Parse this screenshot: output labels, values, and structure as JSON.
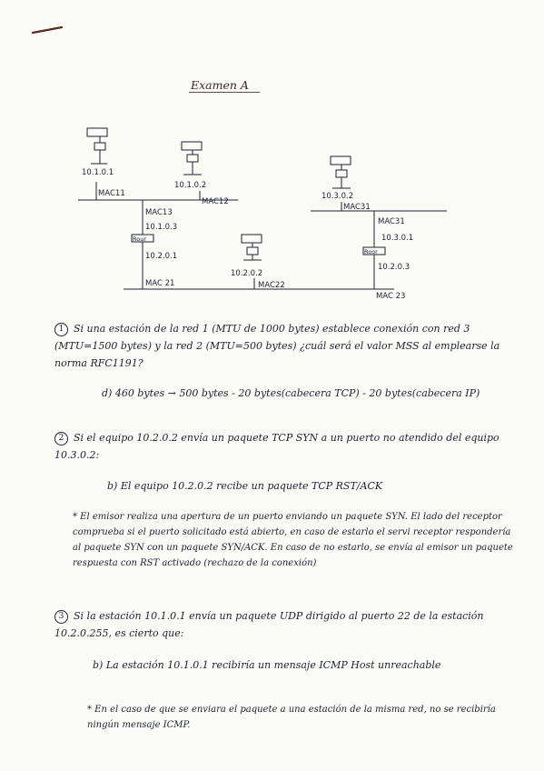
{
  "title": "Examen A",
  "diagram": {
    "hosts": [
      {
        "ip": "10.1.0.1",
        "mac": "MAC11"
      },
      {
        "ip": "10.1.0.2",
        "mac": "MAC12"
      },
      {
        "ip": "10.3.0.2",
        "mac": "MAC31"
      },
      {
        "ip": "10.2.0.2",
        "mac": "MAC22"
      }
    ],
    "router1": {
      "label": "Rour",
      "mac_top": "MAC13",
      "ip_top": "10.1.0.3",
      "ip_bottom": "10.2.0.1",
      "mac_bottom": "MAC 21"
    },
    "router2": {
      "label": "Roor",
      "mac_top": "MAC31",
      "ip_top": "10.3.0.1",
      "ip_bottom": "10.2.0.3",
      "mac_bottom": "MAC 23"
    }
  },
  "q1": {
    "num": "1",
    "text": "Si una estación de la red 1 (MTU de 1000 bytes) establece conexión con red 3 (MTU=1500 bytes) y la red 2 (MTU=500 bytes) ¿cuál será el valor MSS al emplearse la norma RFC1191?",
    "answer": "d) 460 bytes → 500 bytes - 20 bytes(cabecera TCP) - 20 bytes(cabecera IP)"
  },
  "q2": {
    "num": "2",
    "text": "Si el equipo 10.2.0.2 envía un paquete TCP SYN a un puerto no atendido del equipo 10.3.0.2:",
    "answer": "b) El equipo 10.2.0.2 recibe un paquete TCP RST/ACK",
    "note": "* El emisor realiza una apertura de un puerto enviando un paquete SYN. El lado del receptor comprueba si el puerto solicitado está abierto, en caso de estarlo el servi receptor respondería al paquete SYN con un paquete SYN/ACK. En caso de no estarlo, se envía al emisor un paquete respuesta con RST activado (rechazo de la conexión)"
  },
  "q3": {
    "num": "3",
    "text": "Si la estación 10.1.0.1 envía un paquete UDP dirigido al puerto 22 de la estación 10.2.0.255, es cierto que:",
    "answer": "b) La estación 10.1.0.1 recibiría un mensaje ICMP Host unreachable",
    "note": "* En el caso de que se enviara el paquete a una estación de la misma red, no se recibiría ningún mensaje ICMP."
  }
}
